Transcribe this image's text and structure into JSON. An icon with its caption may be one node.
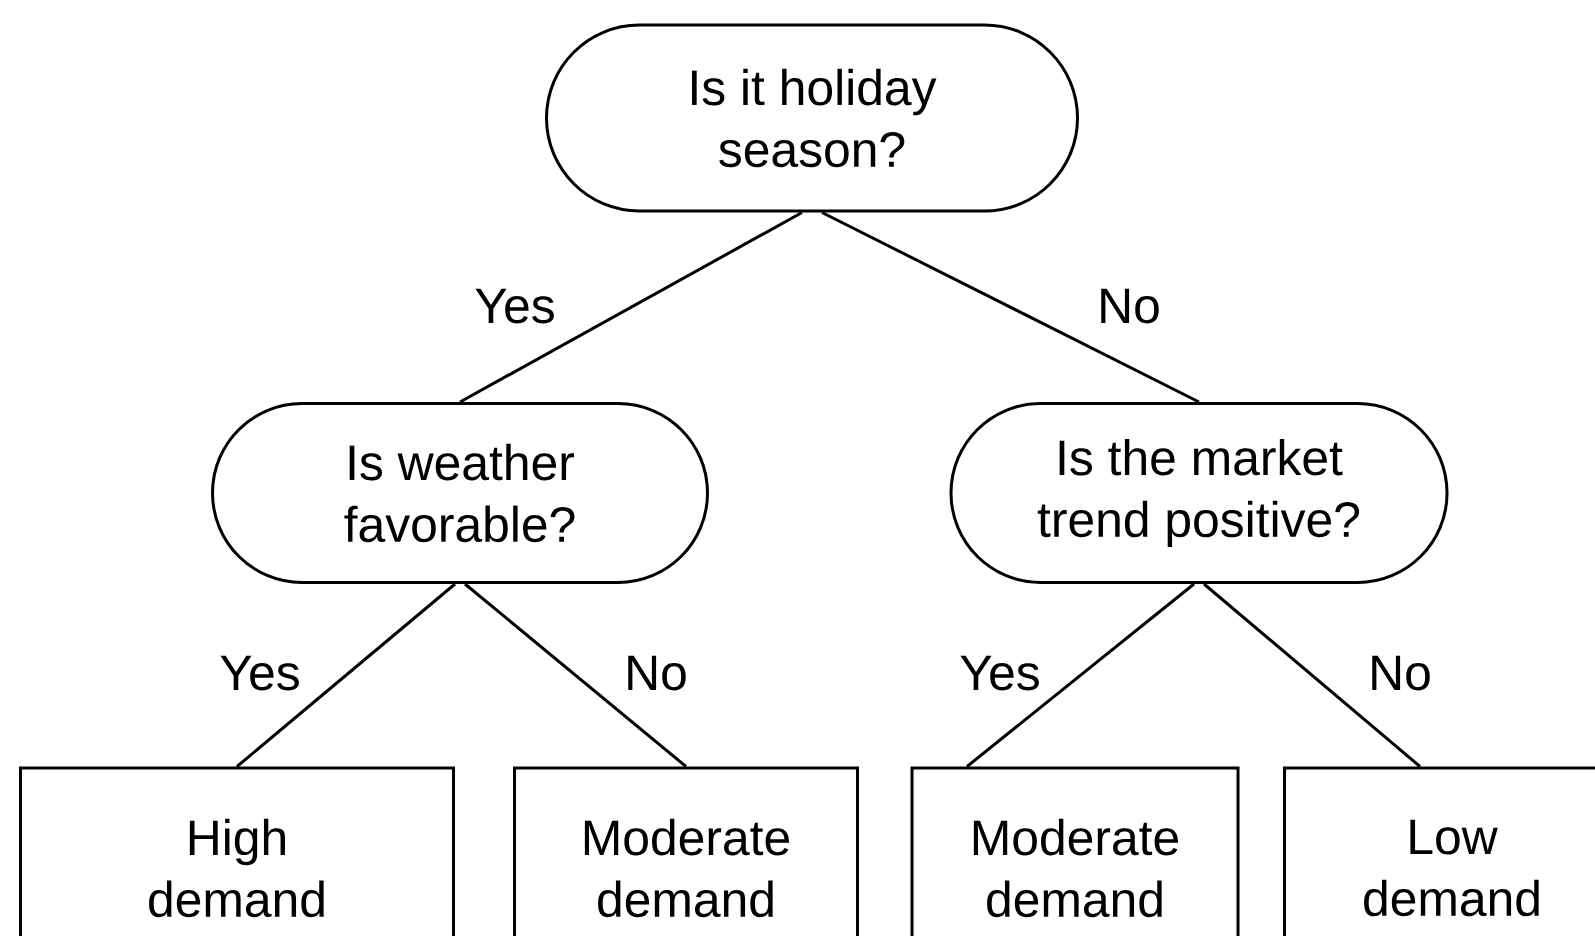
{
  "diagram": {
    "nodes": [
      {
        "text": [
          "Is it holiday season?"
        ]
      },
      {
        "text": [
          "Is weather favorable?"
        ]
      },
      {
        "text": [
          "Is the market trend positive?"
        ]
      },
      {
        "text": [
          "High demand"
        ]
      },
      {
        "text": [
          "Moderate demand"
        ]
      },
      {
        "text": [
          "Moderate demand"
        ]
      },
      {
        "text": [
          "Low demand"
        ]
      }
    ],
    "edges": [
      {
        "from": 0,
        "to": 1,
        "arrow": "none",
        "label": "Yes"
      },
      {
        "from": 0,
        "to": 2,
        "arrow": "none",
        "label": "No"
      },
      {
        "from": 1,
        "to": 3,
        "arrow": "none",
        "label": "Yes"
      },
      {
        "from": 1,
        "to": 4,
        "arrow": "none",
        "label": "No"
      },
      {
        "from": 2,
        "to": 5,
        "arrow": "none",
        "label": "Yes"
      },
      {
        "from": 2,
        "to": 6,
        "arrow": "none",
        "label": "No"
      }
    ]
  }
}
